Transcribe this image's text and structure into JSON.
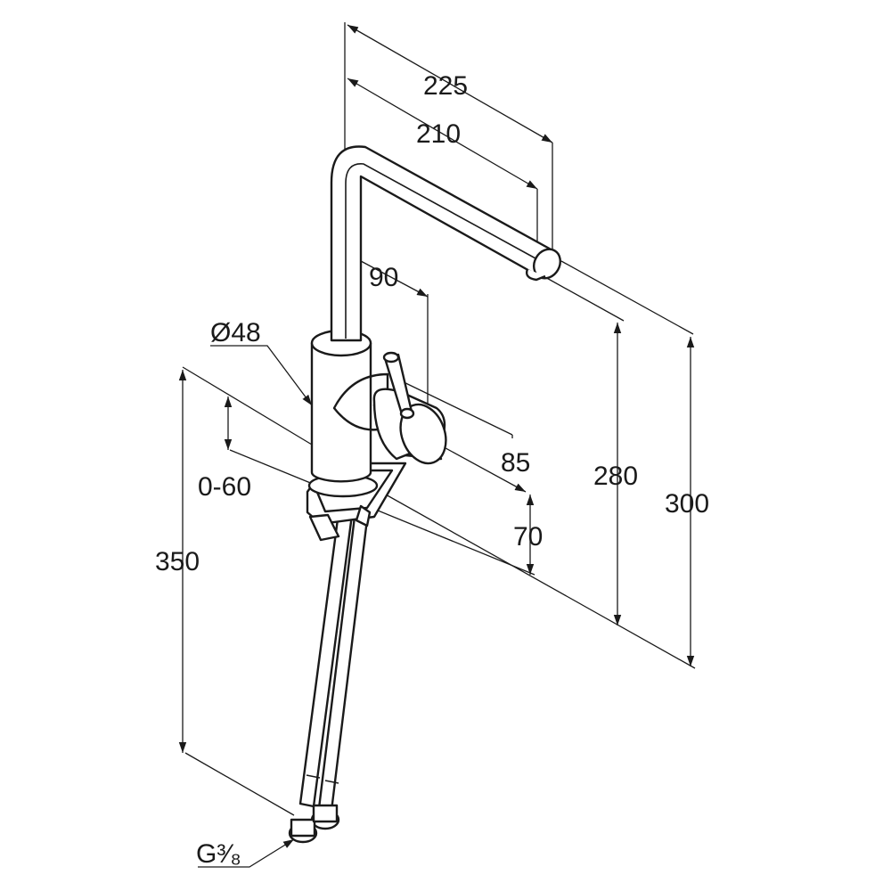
{
  "diagram": {
    "dimensions": {
      "d225": "225",
      "d210": "210",
      "d90": "90",
      "d48": "Ø48",
      "d85": "85",
      "d280": "280",
      "d300": "300",
      "d0_60": "0-60",
      "d70": "70",
      "d350": "350",
      "thread": "G³⁄₈"
    },
    "colors": {
      "line": "#1a1a1a",
      "background": "#ffffff"
    }
  }
}
